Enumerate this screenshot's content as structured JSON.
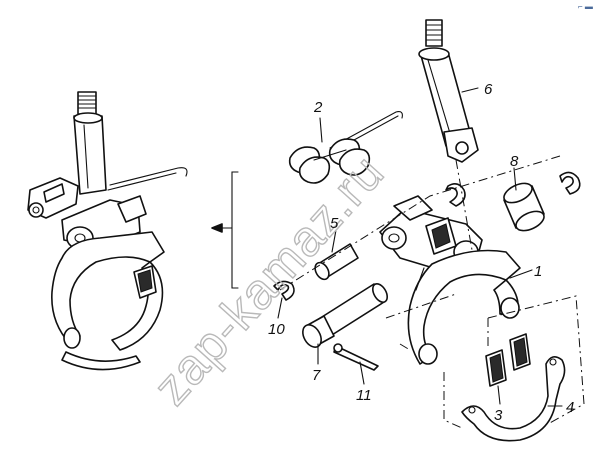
{
  "labels": {
    "l1": "1",
    "l2": "2",
    "l3": "3",
    "l4": "4",
    "l5": "5",
    "l6": "6",
    "l7": "7",
    "l8": "8",
    "l10": "10",
    "l11": "11"
  },
  "watermark": "zap-kamaz.ru",
  "corner_mark": "⌐ ▬"
}
